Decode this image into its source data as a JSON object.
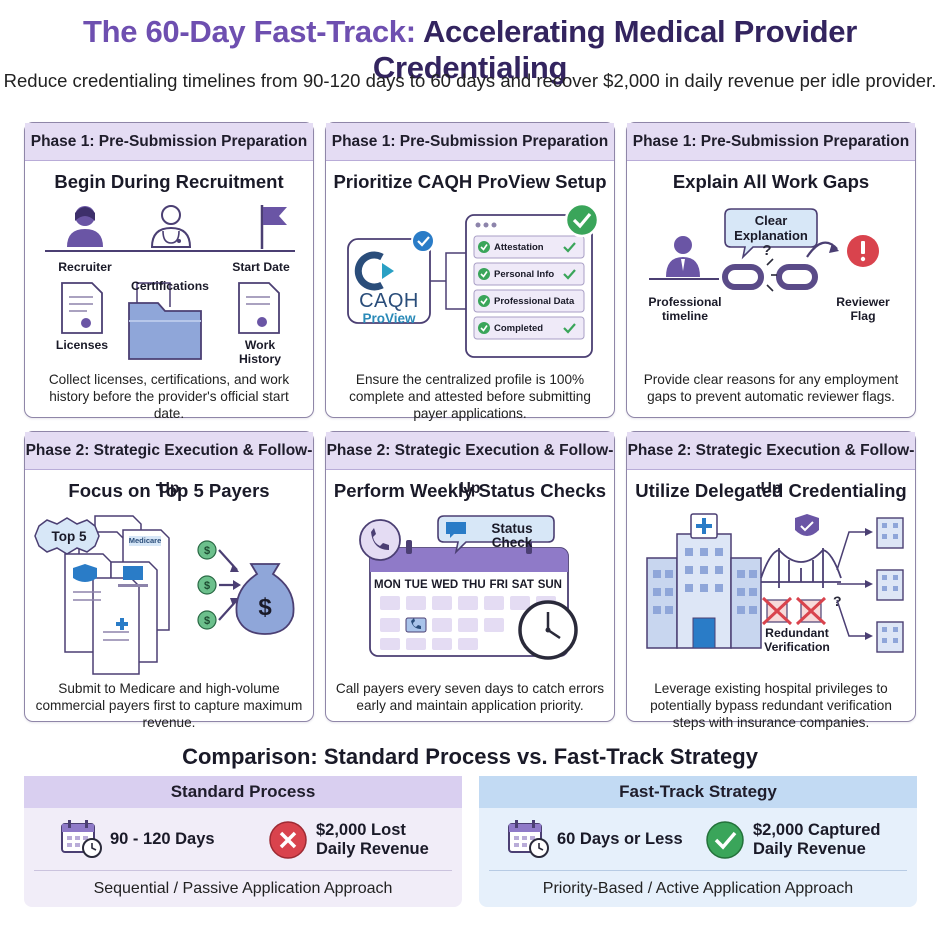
{
  "header": {
    "title_part1": "The 60-Day Fast-Track:",
    "title_part2": "Accelerating Medical Provider Credentialing",
    "subtitle": "Reduce credentialing timelines from 90-120 days to 60 days and recover $2,000 in daily revenue per idle provider."
  },
  "cards": [
    {
      "phase": "Phase 1: Pre-Submission Preparation",
      "title": "Begin During Recruitment",
      "labels": [
        "Recruiter",
        "Start Date",
        "Certifications",
        "Licenses",
        "Work History"
      ],
      "description": "Collect licenses, certifications, and work history before the provider's official start date."
    },
    {
      "phase": "Phase 1: Pre-Submission Preparation",
      "title": "Prioritize CAQH ProView Setup",
      "logo_text": "CAQH",
      "logo_sub": "ProView",
      "checklist": [
        "Attestation",
        "Personal Info",
        "Professional Data",
        "Completed"
      ],
      "description": "Ensure the centralized profile is 100% complete and attested before submitting payer applications."
    },
    {
      "phase": "Phase 1: Pre-Submission Preparation",
      "title": "Explain All Work Gaps",
      "bubble": "Clear Explanation",
      "labels": [
        "Professional timeline",
        "Reviewer Flag"
      ],
      "description": "Provide clear reasons for any employment gaps to prevent automatic reviewer flags."
    },
    {
      "phase": "Phase 2: Strategic Execution & Follow-Up",
      "title": "Focus on Top 5 Payers",
      "badge": "Top 5",
      "doc_label": "Medicare",
      "description": "Submit to Medicare and high-volume commercial payers first to capture maximum revenue."
    },
    {
      "phase": "Phase 2: Strategic Execution & Follow-Up",
      "title": "Perform Weekly Status Checks",
      "bubble": "Status Check",
      "days": [
        "MON",
        "TUE",
        "WED",
        "THU",
        "FRI",
        "SAT",
        "SUN"
      ],
      "description": "Call payers every seven days to catch errors early and maintain application priority."
    },
    {
      "phase": "Phase 2: Strategic Execution & Follow-Up",
      "title": "Utilize Delegated Credentialing",
      "labels": [
        "Redundant Verification"
      ],
      "description": "Leverage existing hospital privileges to potentially bypass redundant verification steps with insurance companies."
    }
  ],
  "comparison": {
    "title": "Comparison: Standard Process vs. Fast-Track Strategy",
    "standard": {
      "head": "Standard Process",
      "days": "90 - 120 Days",
      "revenue_l1": "$2,000 Lost",
      "revenue_l2": "Daily Revenue",
      "approach": "Sequential / Passive Application Approach"
    },
    "fast": {
      "head": "Fast-Track Strategy",
      "days": "60 Days or Less",
      "revenue_l1": "$2,000 Captured",
      "revenue_l2": "Daily Revenue",
      "approach": "Priority-Based / Active Application Approach"
    }
  },
  "colors": {
    "purple": "#6e4fb0",
    "dark_purple": "#33245f",
    "lavender": "#e4dcf3",
    "green": "#3aa55a",
    "red": "#d9434d",
    "blue": "#2a7cc7"
  }
}
